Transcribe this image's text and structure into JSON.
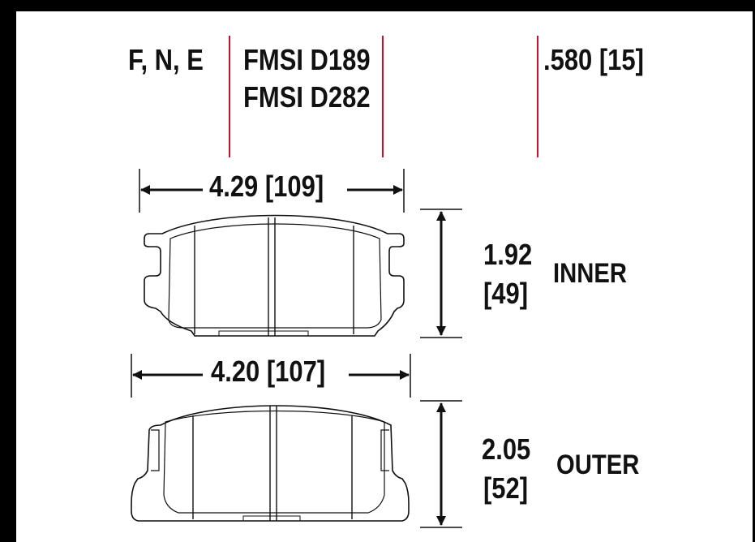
{
  "header": {
    "compounds": "F, N, E",
    "fmsi": [
      "FMSI D189",
      "FMSI D282"
    ],
    "thickness": ".580 [15]"
  },
  "inner": {
    "width": "4.29 [109]",
    "height_in": "1.92",
    "height_mm": "[49]",
    "label": "INNER"
  },
  "outer": {
    "width": "4.20 [107]",
    "height_in": "2.05",
    "height_mm": "[52]",
    "label": "OUTER"
  },
  "colors": {
    "background": "#000000",
    "sheet": "#ffffff",
    "divider": "#c8102e",
    "ink": "#111111"
  }
}
